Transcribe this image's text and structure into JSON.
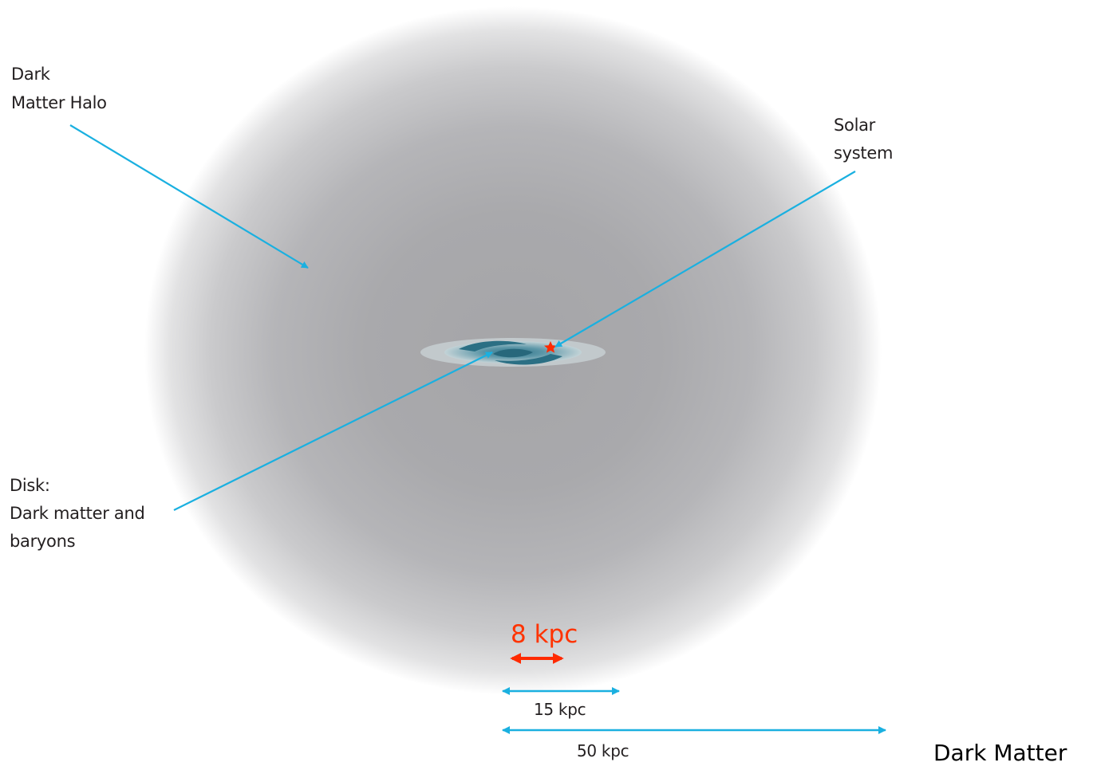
{
  "labels": {
    "halo_line1": "Dark",
    "halo_line2": "Matter Halo",
    "solar_line1": "Solar",
    "solar_line2": "system",
    "disk_line1": "Disk:",
    "disk_line2": "Dark matter and",
    "disk_line3": "baryons"
  },
  "scales": {
    "sun_distance": "8 kpc",
    "disk_radius": "15 kpc",
    "halo_radius": "50 kpc"
  },
  "caption": "Dark Matter",
  "colors": {
    "pointer": "#1ab0e0",
    "sun_marker": "#ff2a00",
    "halo_core": "#a7a7aa",
    "halo_edge": "#f4f4f4",
    "disk": "#3e7f92"
  }
}
